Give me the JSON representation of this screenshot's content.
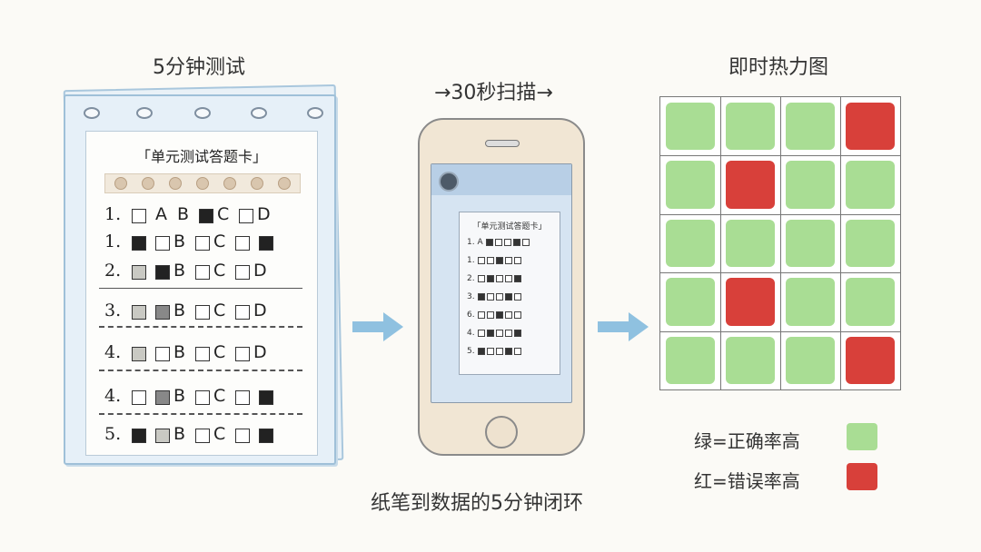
{
  "titles": {
    "test": "5分钟测试",
    "scan": "→30秒扫描→",
    "heatmap": "即时热力图",
    "bottom": "纸笔到数据的5分钟闭环"
  },
  "sheet": {
    "title": "「单元测试答题卡」",
    "rows": [
      {
        "num": "1.",
        "choices": [
          {
            "mark": "empty",
            "letter": ""
          },
          {
            "mark": "none",
            "letter": "A"
          },
          {
            "mark": "none",
            "letter": "B"
          },
          {
            "mark": "filled",
            "letter": "C"
          },
          {
            "mark": "empty",
            "letter": "D"
          }
        ]
      },
      {
        "num": "1.",
        "choices": [
          {
            "mark": "filled",
            "letter": ""
          },
          {
            "mark": "empty",
            "letter": "B"
          },
          {
            "mark": "empty",
            "letter": "C"
          },
          {
            "mark": "empty",
            "letter": ""
          },
          {
            "mark": "filled",
            "letter": ""
          }
        ]
      },
      {
        "num": "2.",
        "choices": [
          {
            "mark": "light",
            "letter": ""
          },
          {
            "mark": "filled",
            "letter": "B"
          },
          {
            "mark": "empty",
            "letter": "C"
          },
          {
            "mark": "empty",
            "letter": "D"
          }
        ]
      },
      {
        "num": "3.",
        "choices": [
          {
            "mark": "light",
            "letter": ""
          },
          {
            "mark": "gray",
            "letter": "B"
          },
          {
            "mark": "empty",
            "letter": "C"
          },
          {
            "mark": "empty",
            "letter": "D"
          }
        ]
      },
      {
        "num": "4.",
        "choices": [
          {
            "mark": "light",
            "letter": ""
          },
          {
            "mark": "empty",
            "letter": "B"
          },
          {
            "mark": "empty",
            "letter": "C"
          },
          {
            "mark": "empty",
            "letter": "D"
          }
        ]
      },
      {
        "num": "4.",
        "choices": [
          {
            "mark": "empty",
            "letter": ""
          },
          {
            "mark": "gray",
            "letter": "B"
          },
          {
            "mark": "empty",
            "letter": "C"
          },
          {
            "mark": "empty",
            "letter": ""
          },
          {
            "mark": "filled",
            "letter": ""
          }
        ]
      },
      {
        "num": "5.",
        "choices": [
          {
            "mark": "filled",
            "letter": ""
          },
          {
            "mark": "light",
            "letter": "B"
          },
          {
            "mark": "empty",
            "letter": "C"
          },
          {
            "mark": "empty",
            "letter": ""
          },
          {
            "mark": "filled",
            "letter": ""
          }
        ]
      }
    ]
  },
  "phone": {
    "mini_title": "「单元测试答题卡」",
    "mini_rows": [
      "1. A",
      "1.",
      "2.",
      "3.",
      "6.",
      "4.",
      "5."
    ]
  },
  "heatmap": {
    "rows": 5,
    "cols": 4,
    "cells": [
      [
        "green",
        "green",
        "green",
        "red"
      ],
      [
        "green",
        "red",
        "green",
        "green"
      ],
      [
        "green",
        "green",
        "green",
        "green"
      ],
      [
        "green",
        "red",
        "green",
        "green"
      ],
      [
        "green",
        "green",
        "green",
        "red"
      ]
    ],
    "colors": {
      "green": "#a9dd94",
      "red": "#d8403a"
    }
  },
  "legend": {
    "green_label": "绿=正确率高",
    "red_label": "红=错误率高",
    "green_color": "#a9dd94",
    "red_color": "#d8403a"
  }
}
